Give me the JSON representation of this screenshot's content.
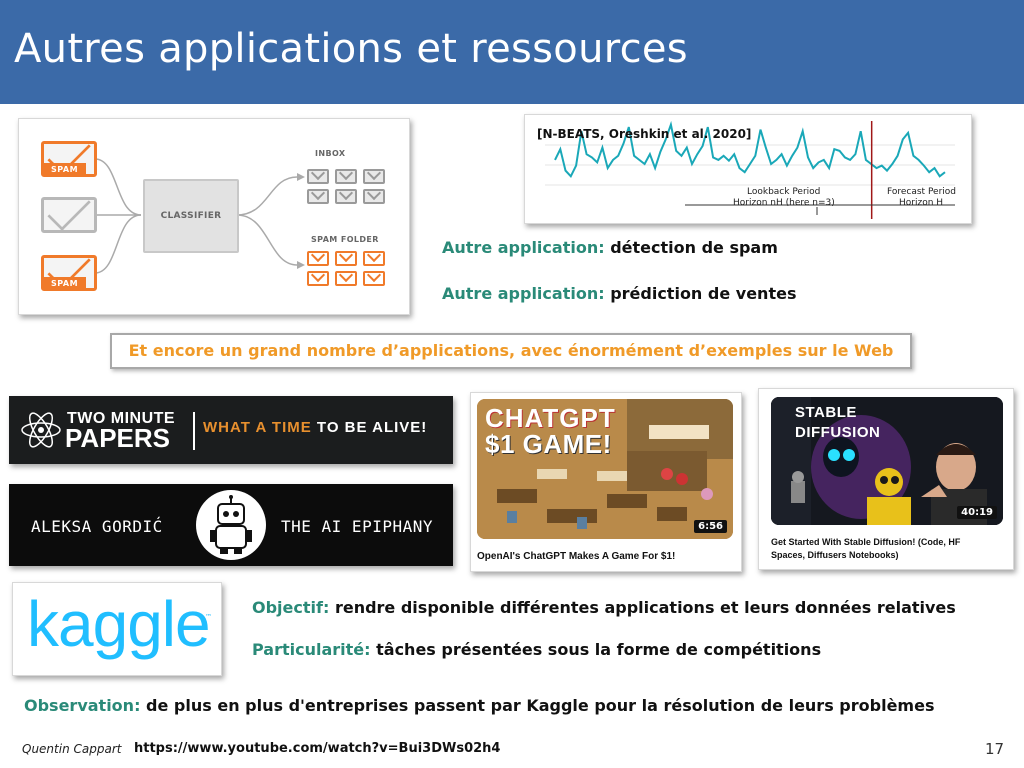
{
  "title": "Autres applications et ressources",
  "spam_diagram": {
    "spam_label_1": "SPAM",
    "spam_label_2": "SPAM",
    "classifier": "CLASSIFIER",
    "inbox": "INBOX",
    "spam_folder": "SPAM FOLDER",
    "colors": {
      "orange": "#f07a2a",
      "grey": "#b8b8b8"
    }
  },
  "nbeats": {
    "citation": "[N-BEATS, Oreshkin et al. 2020]",
    "lookback_label_1": "Lookback Period",
    "lookback_label_2": "Horizon nH (here n=3)",
    "forecast_label_1": "Forecast Period",
    "forecast_label_2": "Horizon H",
    "series_values": [
      0.55,
      0.68,
      0.42,
      0.35,
      0.48,
      0.9,
      0.62,
      0.58,
      0.52,
      0.7,
      0.45,
      0.55,
      0.6,
      0.75,
      0.95,
      0.6,
      0.55,
      0.5,
      0.62,
      0.45,
      0.65,
      0.8,
      0.98,
      0.66,
      0.6,
      0.7,
      0.5,
      0.62,
      0.72,
      0.95,
      0.58,
      0.55,
      0.6,
      0.54,
      0.62,
      0.45,
      0.4,
      0.5,
      0.6,
      0.92,
      0.7,
      0.5,
      0.55,
      0.62,
      0.48,
      0.6,
      0.7,
      0.9,
      0.58,
      0.45,
      0.52,
      0.55,
      0.45,
      0.68,
      0.66,
      0.58,
      0.55,
      0.62,
      0.9,
      0.55,
      0.5,
      0.45,
      0.48,
      0.42,
      0.5,
      0.6,
      0.8,
      0.88,
      0.6,
      0.55,
      0.48,
      0.4,
      0.45,
      0.35,
      0.4
    ],
    "forecast_split_fraction": 0.812
  },
  "apps": {
    "app1_key": "Autre application:",
    "app1_val": "détection de spam",
    "app2_key": "Autre application:",
    "app2_val": "prédiction de ventes"
  },
  "banner": "Et encore un grand nombre d’applications, avec énormément d’exemples sur le Web",
  "two_minute_papers": {
    "two": "TWO MINUTE",
    "papers": "PAPERS",
    "tag_a": "WHAT A TIME",
    "tag_b": " TO BE ALIVE!"
  },
  "aleksa": {
    "name": "ALEKSA GORDIĆ",
    "channel": "THE AI EPIPHANY"
  },
  "chatgpt_video": {
    "headline_1": "CHATGPT",
    "headline_2": "$1 GAME!",
    "duration": "6:56",
    "caption": "OpenAI's ChatGPT Makes A Game For $1!"
  },
  "sd_video": {
    "headline_1": "STABLE",
    "headline_2": "DIFFUSION",
    "duration": "40:19",
    "caption_1": "Get Started With Stable Diffusion! (Code, HF",
    "caption_2": "Spaces, Diffusers Notebooks)"
  },
  "kaggle": {
    "logo": "kaggle",
    "tm": "™",
    "objectif_key": "Objectif:",
    "objectif_val": "rendre disponible différentes applications et leurs données relatives",
    "partic_key": "Particularité:",
    "partic_val": "tâches présentées sous la forme de compétitions"
  },
  "observation": {
    "key": "Observation:",
    "val": "de plus en plus d'entreprises passent par Kaggle pour la résolution de leurs problèmes"
  },
  "footer": {
    "author": "Quentin Cappart",
    "url": "https://www.youtube.com/watch?v=Bui3DWs02h4",
    "page": "17"
  }
}
